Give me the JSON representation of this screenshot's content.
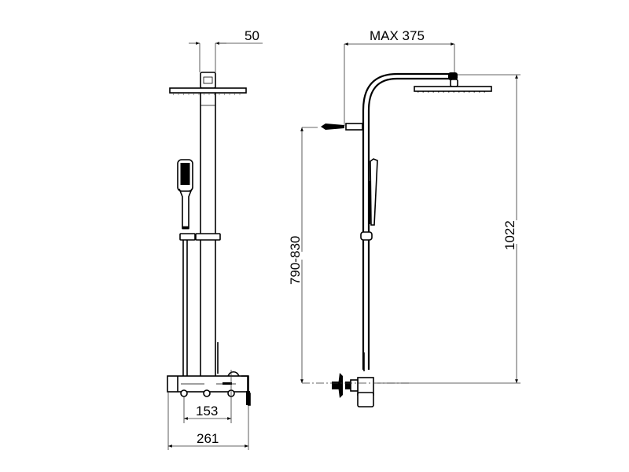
{
  "drawing": {
    "title": "Shower column technical drawing",
    "front_view": {
      "dimensions": {
        "head_connector_width": "50",
        "mixer_inlet_spacing": "153",
        "overall_width": "261"
      }
    },
    "side_view": {
      "dimensions": {
        "arm_reach": "MAX 375",
        "slide_height": "790-830",
        "total_height": "1022"
      }
    },
    "colors": {
      "line": "#000000",
      "dimension_line": "#333333",
      "background": "#ffffff"
    }
  }
}
